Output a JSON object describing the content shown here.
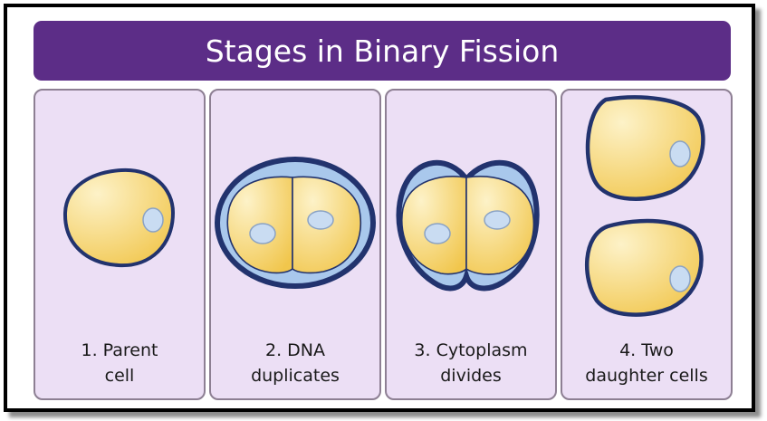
{
  "title": "Stages in Binary Fission",
  "colors": {
    "title_bg": "#5c2d87",
    "panel_bg": "#ecdff5",
    "cytoplasm_light": "#fdf2c8",
    "cytoplasm_dark": "#f1c64c",
    "membrane": "#22336e",
    "halo": "#a9c8ec",
    "nucleus": "#c9dcf2"
  },
  "stages": [
    {
      "line1": "1. Parent",
      "line2": "cell"
    },
    {
      "line1": "2. DNA",
      "line2": "duplicates"
    },
    {
      "line1": "3. Cytoplasm",
      "line2": "divides"
    },
    {
      "line1": "4. Two",
      "line2": "daughter cells"
    }
  ]
}
